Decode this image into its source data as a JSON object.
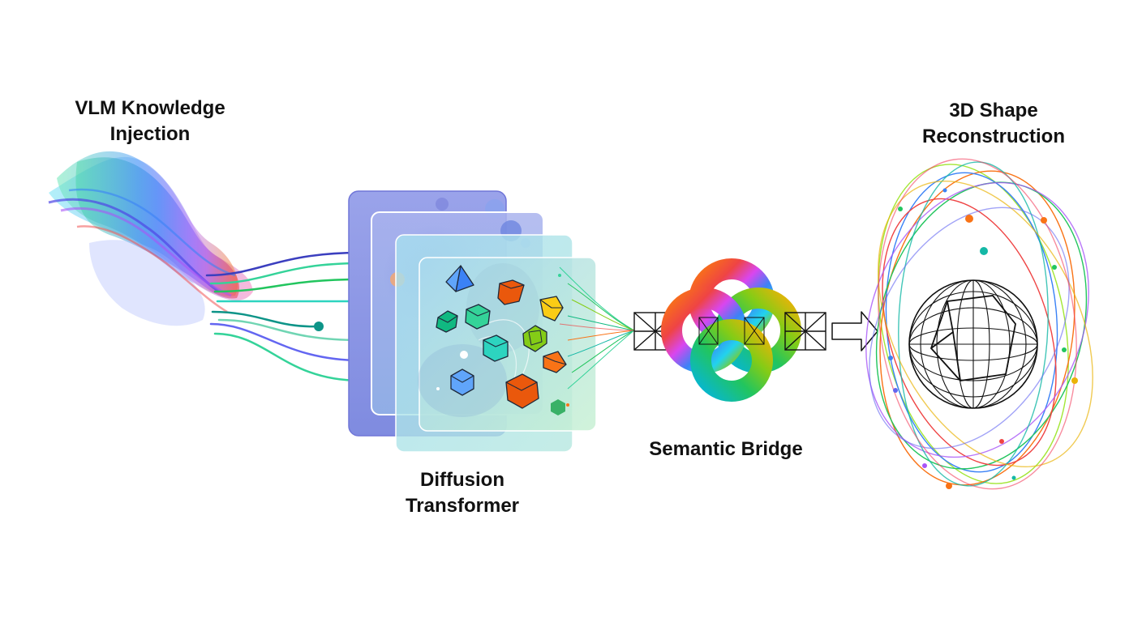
{
  "labels": {
    "vlm": {
      "line1": "VLM Knowledge",
      "line2": "Injection"
    },
    "diffusion": {
      "line1": "Diffusion",
      "line2": "Transformer"
    },
    "semantic": {
      "line1": "Semantic Bridge"
    },
    "shape": {
      "line1": "3D Shape",
      "line2": "Reconstruction"
    }
  },
  "colors": {
    "text": "#111111",
    "panel_back": "#8f9ae6",
    "panel_mid": "#a9b7ea",
    "panel_front": "#b9e6d8",
    "flow": [
      "#2f3fc4",
      "#3b82f6",
      "#22c1c3",
      "#34d399",
      "#a855f7",
      "#ef4444",
      "#f97316"
    ]
  },
  "icons": [
    "wave-flow-icon",
    "cube-icon",
    "infinity-knot-icon",
    "right-arrow-icon",
    "wireframe-sphere-icon"
  ]
}
